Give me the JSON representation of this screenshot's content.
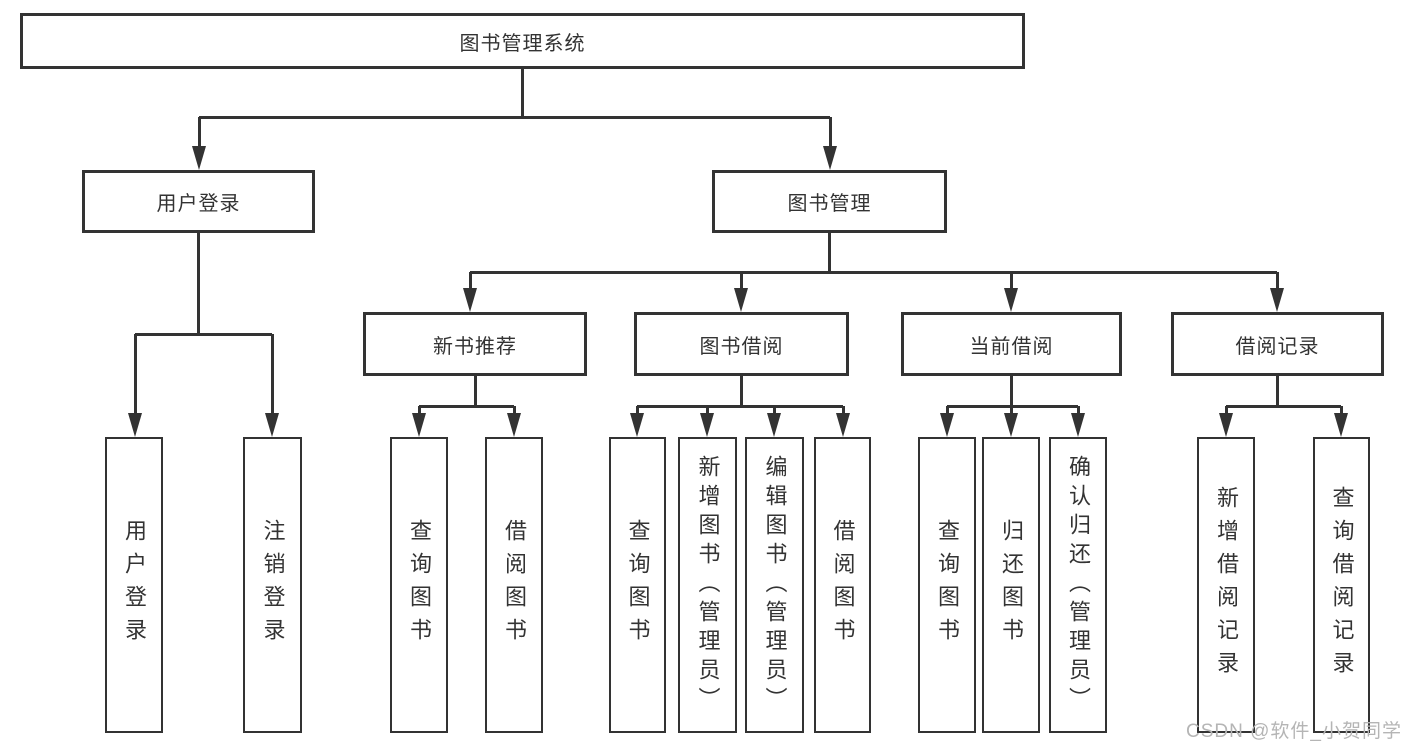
{
  "diagram": {
    "title": "图书管理系统",
    "type": "functional-structure-tree"
  },
  "labels": {
    "root": "图书管理系统",
    "user_login": "用户登录",
    "book_mgmt": "图书管理",
    "new_book_rec": "新书推荐",
    "book_borrow": "图书借阅",
    "current_borrow": "当前借阅",
    "borrow_records": "借阅记录",
    "ul_user_login": "用户登录",
    "ul_logout": "注销登录",
    "nb_query_book": "查询图书",
    "nb_borrow_book": "借阅图书",
    "bb_query_book": "查询图书",
    "bb_add_book": "新增图书（管理员）",
    "bb_edit_book": "编辑图书（管理员）",
    "bb_borrow_book": "借阅图书",
    "cb_query_book": "查询图书",
    "cb_return_book": "归还图书",
    "cb_confirm_return": "确认归还（管理员）",
    "br_add_record": "新增借阅记录",
    "br_query_record": "查询借阅记录"
  },
  "edges": [
    [
      "root",
      "user_login"
    ],
    [
      "root",
      "book_mgmt"
    ],
    [
      "user_login",
      "ul_user_login"
    ],
    [
      "user_login",
      "ul_logout"
    ],
    [
      "book_mgmt",
      "new_book_rec"
    ],
    [
      "book_mgmt",
      "book_borrow"
    ],
    [
      "book_mgmt",
      "current_borrow"
    ],
    [
      "book_mgmt",
      "borrow_records"
    ],
    [
      "new_book_rec",
      "nb_query_book"
    ],
    [
      "new_book_rec",
      "nb_borrow_book"
    ],
    [
      "book_borrow",
      "bb_query_book"
    ],
    [
      "book_borrow",
      "bb_add_book"
    ],
    [
      "book_borrow",
      "bb_edit_book"
    ],
    [
      "book_borrow",
      "bb_borrow_book"
    ],
    [
      "current_borrow",
      "cb_query_book"
    ],
    [
      "current_borrow",
      "cb_return_book"
    ],
    [
      "current_borrow",
      "cb_confirm_return"
    ],
    [
      "borrow_records",
      "br_add_record"
    ],
    [
      "borrow_records",
      "br_query_record"
    ]
  ],
  "colors": {
    "line": "#333333",
    "box_fill": "#ffffff",
    "text": "#333333",
    "watermark": "#b5b5b5"
  },
  "watermark": "CSDN @软件_小贺同学"
}
